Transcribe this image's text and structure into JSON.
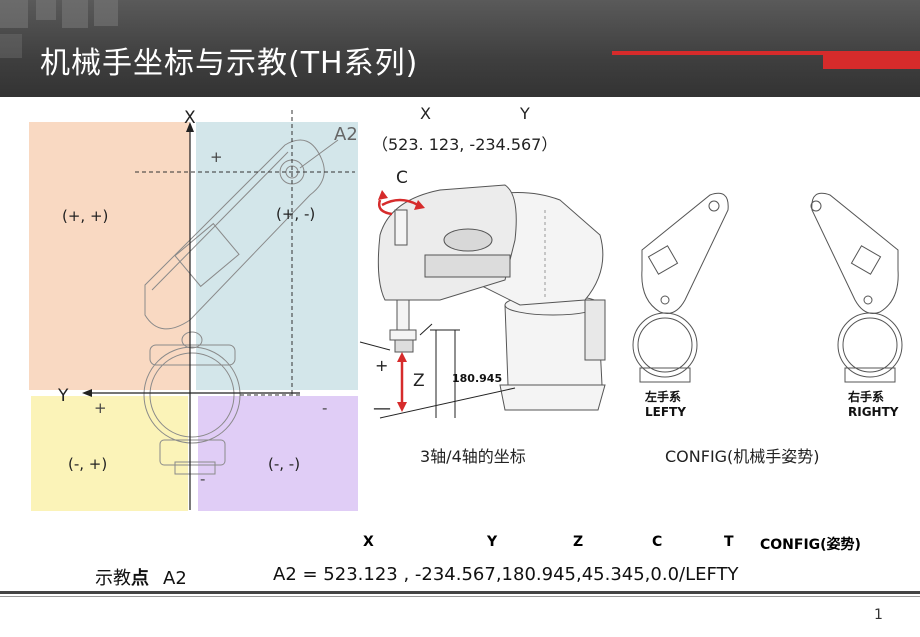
{
  "title": "机械手坐标与示教(TH系列)",
  "colors": {
    "accent_red": "#d62b2b",
    "quad_tl": "#f9d9c2",
    "quad_tr": "#d3e6ea",
    "quad_bl": "#fbf3b8",
    "quad_br": "#e0cdf6"
  },
  "diagram_left": {
    "axis_x": "X",
    "axis_y": "Y",
    "point_label": "A2",
    "plus_tr": "+",
    "plus_bl": "+",
    "minus_br": "-",
    "minus_bottom": "-",
    "quadrants": {
      "tl": "(+, +)",
      "tr": "(+, -)",
      "bl": "(-, +)",
      "br": "(-, -)"
    }
  },
  "diagram_mid": {
    "coord_x_header": "X",
    "coord_y_header": "Y",
    "coord_value": "（523. 123, -234.567）",
    "c_label": "C",
    "z_label": "Z",
    "z_value": "180.945",
    "plus": "+",
    "minus": "—",
    "caption": "3轴/4轴的坐标"
  },
  "diagram_right": {
    "lefty_cn": "左手系",
    "lefty_en": "LEFTY",
    "righty_cn": "右手系",
    "righty_en": "RIGHTY",
    "caption": "CONFIG(机械手姿势)"
  },
  "table": {
    "headers": [
      "X",
      "Y",
      "Z",
      "C",
      "T",
      "CONFIG(姿势)"
    ],
    "row_label_prefix": "示教",
    "row_label_bold": "点",
    "row_label_suffix": "A2",
    "row_value": "A2 = 523.123 , -234.567,180.945,45.345,0.0/LEFTY"
  },
  "page_number": "1"
}
